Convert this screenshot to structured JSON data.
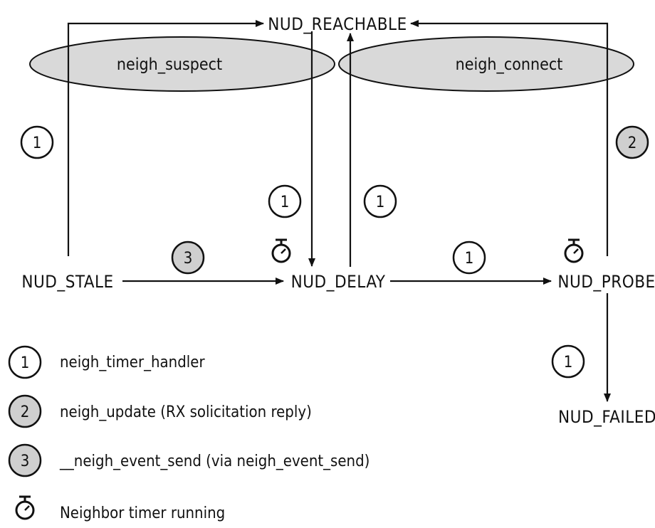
{
  "states": {
    "reachable": "NUD_REACHABLE",
    "stale": "NUD_STALE",
    "delay": "NUD_DELAY",
    "probe": "NUD_PROBE",
    "failed": "NUD_FAILED"
  },
  "ovals": {
    "suspect": "neigh_suspect",
    "connect": "neigh_connect"
  },
  "badges": {
    "stale_up": "1",
    "probe_up": "2",
    "delay_in": "1",
    "delay_up": "1",
    "stale_to_delay": "3",
    "delay_to_probe": "1",
    "probe_to_failed": "1"
  },
  "legend": [
    {
      "number": "1",
      "text": "neigh_timer_handler"
    },
    {
      "number": "2",
      "text": "neigh_update (RX solicitation reply)"
    },
    {
      "number": "3",
      "text": "__neigh_event_send (via neigh_event_send)"
    },
    {
      "text": "Neighbor timer running"
    }
  ],
  "colors": {
    "line": "#111111",
    "oval_fill": "#d9d9d9",
    "badge_grey": "#cfcfcf",
    "badge_white": "#ffffff"
  },
  "icons": {
    "timer": "stopwatch-icon"
  }
}
